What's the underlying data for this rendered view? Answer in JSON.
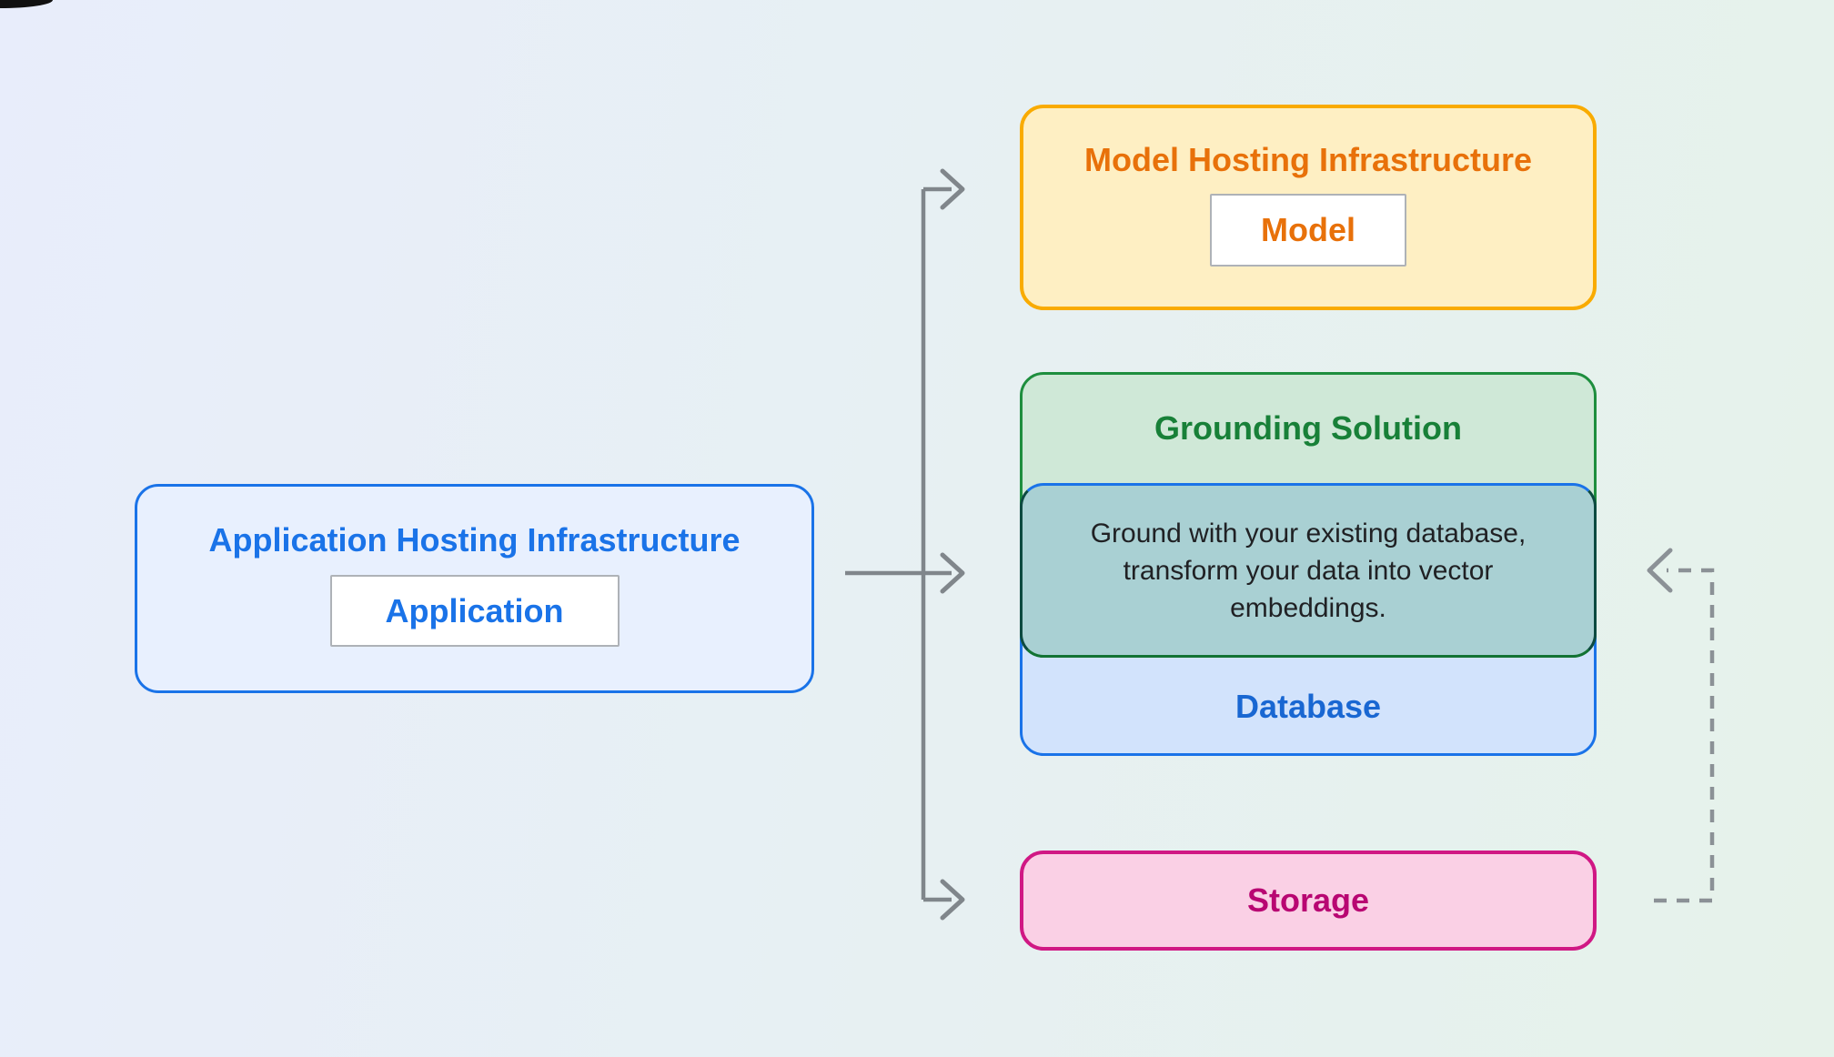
{
  "app_box": {
    "title": "Application Hosting Infrastructure",
    "chip": "Application"
  },
  "model_box": {
    "title": "Model Hosting Infrastructure",
    "chip": "Model"
  },
  "grounding_box": {
    "title": "Grounding Solution",
    "description": "Ground with your existing database, transform your data into vector embeddings."
  },
  "database_box": {
    "label": "Database"
  },
  "storage_box": {
    "label": "Storage"
  },
  "colors": {
    "blue_accent": "#1A73E8",
    "blue_text": "#1967D2",
    "blue_fill": "#D2E3FC",
    "app_fill": "#E8F0FE",
    "green_border": "#1E8E3E",
    "green_text": "#188038",
    "green_fill": "#CFE8D7",
    "teal_overlap_fill": "#A9D0D3",
    "orange_border": "#F9AB00",
    "orange_text": "#E8710A",
    "yellow_fill": "#FEEFC3",
    "pink_border": "#D01884",
    "pink_text": "#B80672",
    "pink_fill": "#FAD0E5",
    "arrow_gray": "#80868B",
    "dashed_gray": "#8B9196"
  }
}
